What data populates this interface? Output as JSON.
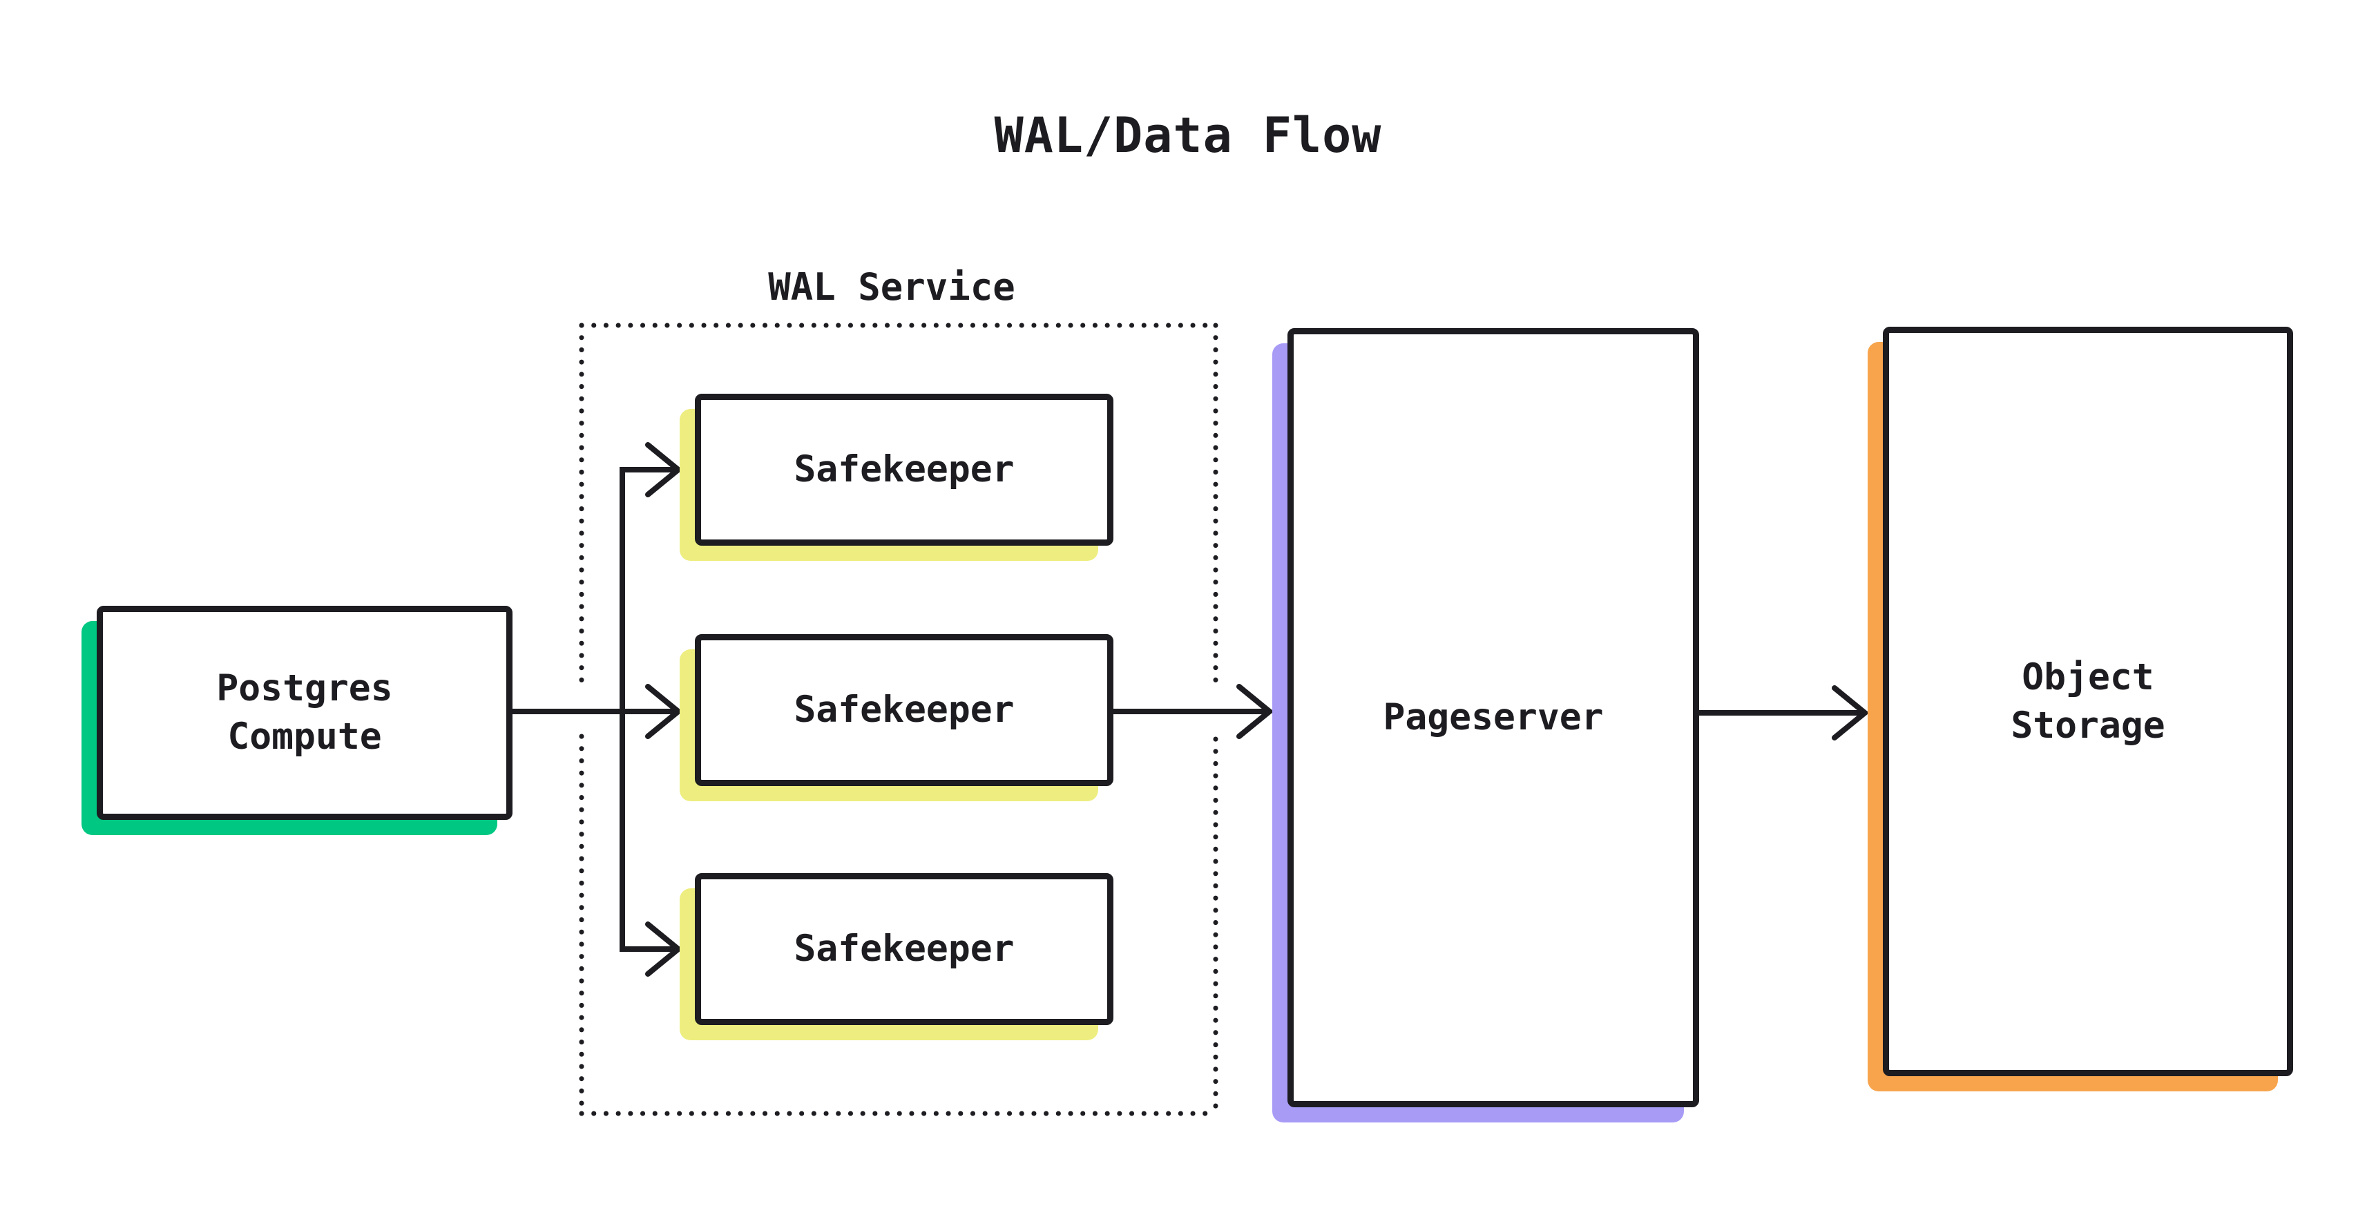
{
  "title": "WAL/Data Flow",
  "colors": {
    "ink": "#1C1C21",
    "background": "#FFFFFF",
    "postgres_accent": "#00C781",
    "safekeeper_accent": "#EDEE7F",
    "pageserver_accent": "#A79BF6",
    "object_storage_accent": "#F7A44D"
  },
  "nodes": {
    "postgres": {
      "label": "Postgres\nCompute"
    },
    "wal_service": {
      "label": "WAL Service",
      "safekeepers": [
        {
          "label": "Safekeeper"
        },
        {
          "label": "Safekeeper"
        },
        {
          "label": "Safekeeper"
        }
      ]
    },
    "pageserver": {
      "label": "Pageserver"
    },
    "object_storage": {
      "label": "Object\nStorage"
    }
  }
}
